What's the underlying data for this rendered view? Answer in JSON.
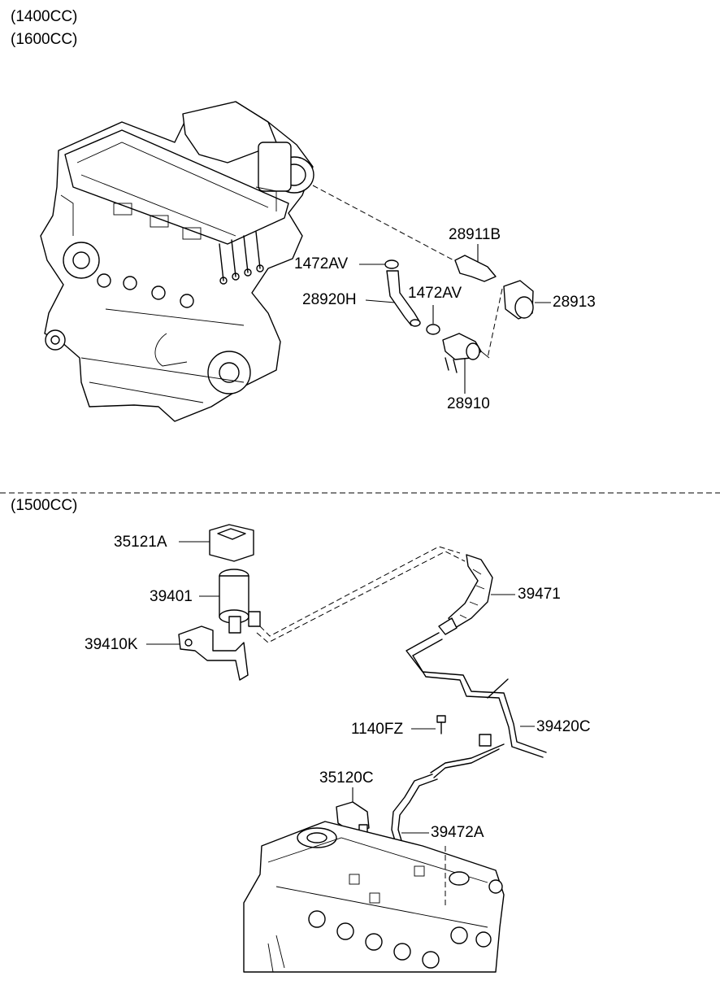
{
  "section_top": {
    "engine_labels": [
      "(1400CC)",
      "(1600CC)"
    ],
    "parts": {
      "p28911B": "28911B",
      "p1472AV_a": "1472AV",
      "p1472AV_b": "1472AV",
      "p28920H": "28920H",
      "p28913": "28913",
      "p28910": "28910"
    }
  },
  "section_bottom": {
    "engine_label": "(1500CC)",
    "parts": {
      "p35121A": "35121A",
      "p39401": "39401",
      "p39410K": "39410K",
      "p39471": "39471",
      "p1140FZ": "1140FZ",
      "p39420C": "39420C",
      "p35120C": "35120C",
      "p39472A": "39472A"
    }
  }
}
